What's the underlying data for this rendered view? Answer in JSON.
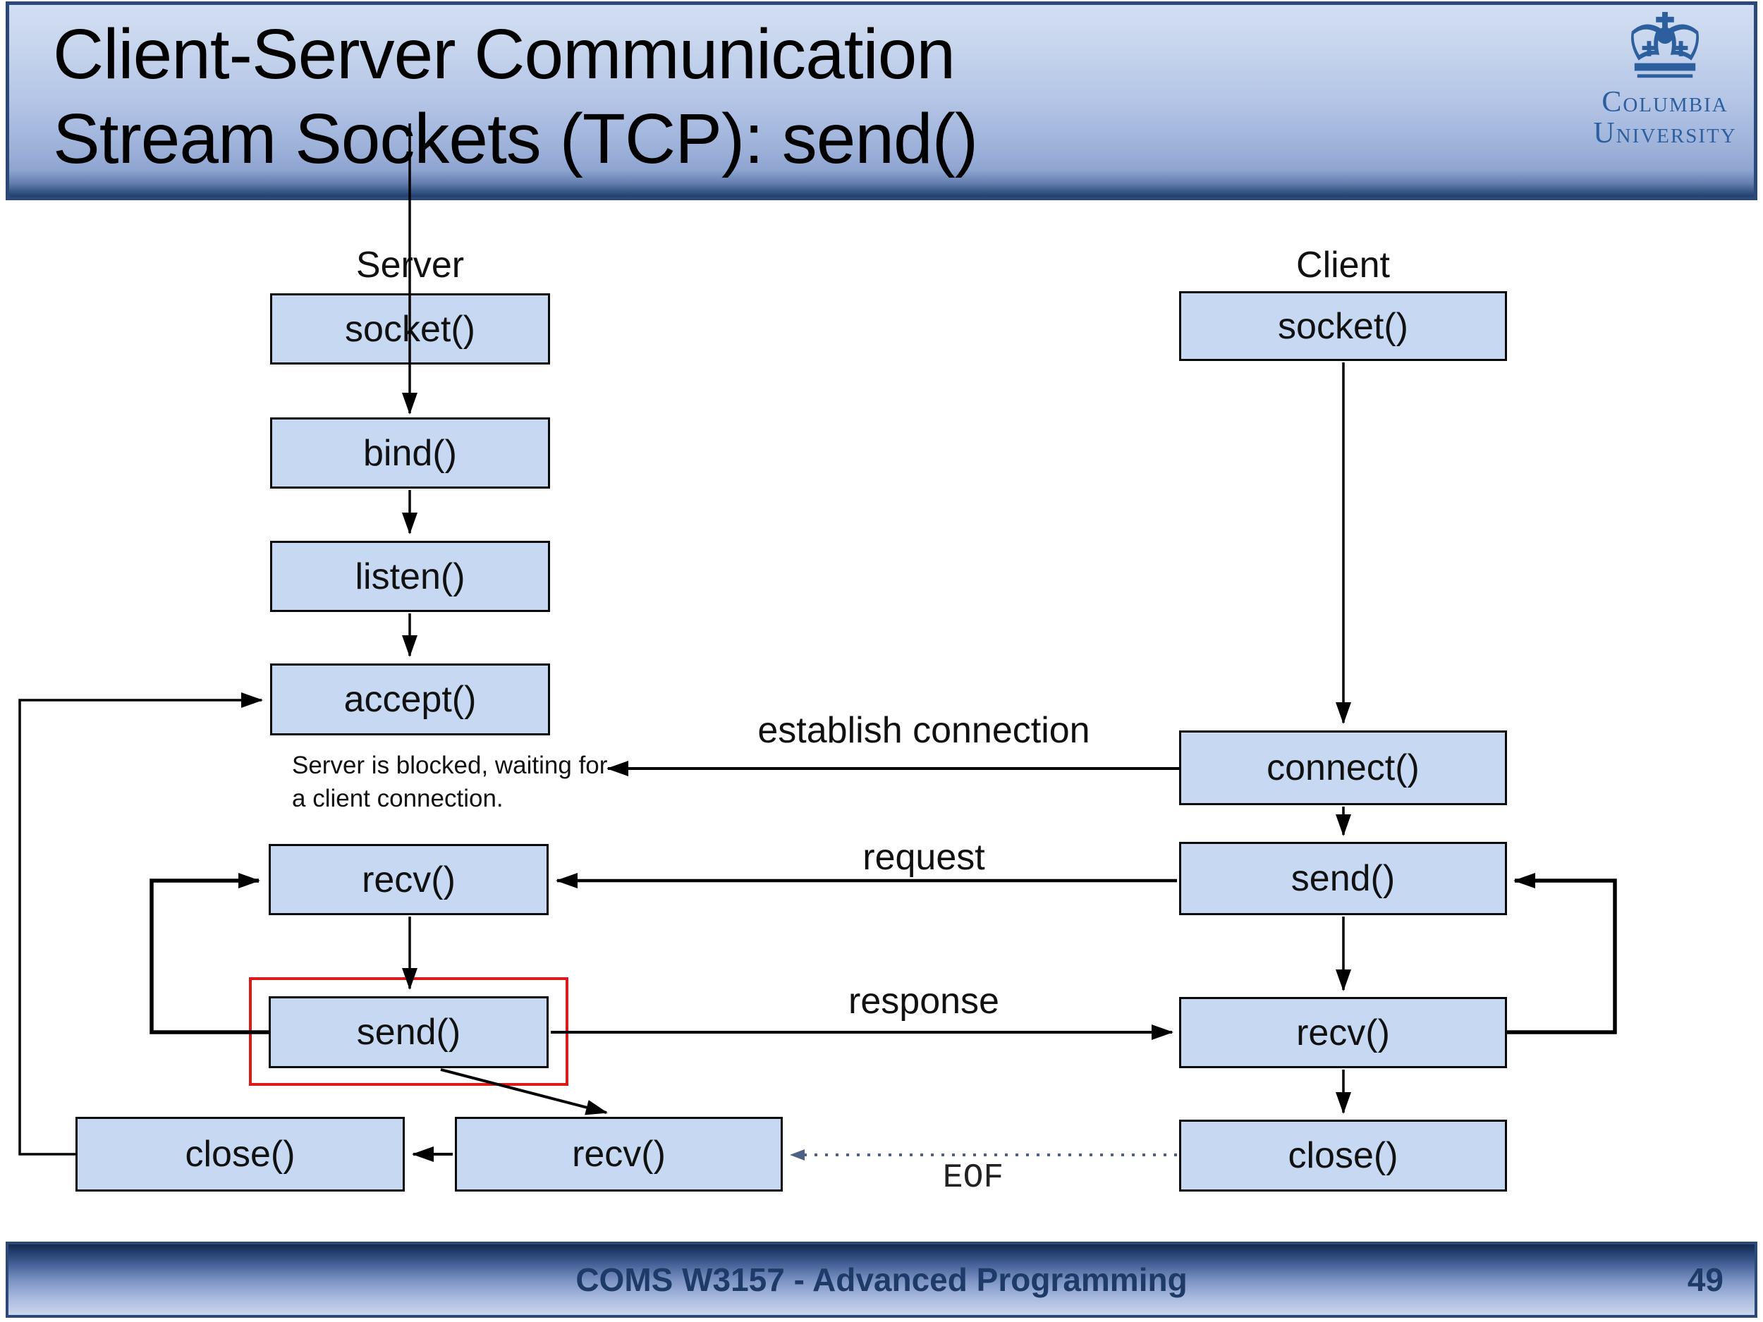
{
  "header": {
    "title_line1": "Client-Server Communication",
    "title_line2": "Stream Sockets (TCP): send()"
  },
  "logo": {
    "line1": "Columbia",
    "line2": "University",
    "brand_color": "#2d5f9e"
  },
  "columns": {
    "server": "Server",
    "client": "Client"
  },
  "boxes": {
    "server_socket": "socket()",
    "server_bind": "bind()",
    "server_listen": "listen()",
    "server_accept": "accept()",
    "server_recv": "recv()",
    "server_send": "send()",
    "server_close": "close()",
    "server_recv2": "recv()",
    "client_socket": "socket()",
    "client_connect": "connect()",
    "client_send": "send()",
    "client_recv": "recv()",
    "client_close": "close()"
  },
  "annotations": {
    "blocked_line1": "Server is blocked, waiting for",
    "blocked_line2": "a client connection.",
    "establish": "establish connection",
    "request": "request",
    "response": "response",
    "eof": "EOF"
  },
  "colors": {
    "box_fill": "#c7d9f2",
    "highlight_red": "#dc1a18",
    "eof_line": "#4e6184"
  },
  "footer": {
    "course": "COMS W3157 - Advanced Programming",
    "page": "49"
  }
}
